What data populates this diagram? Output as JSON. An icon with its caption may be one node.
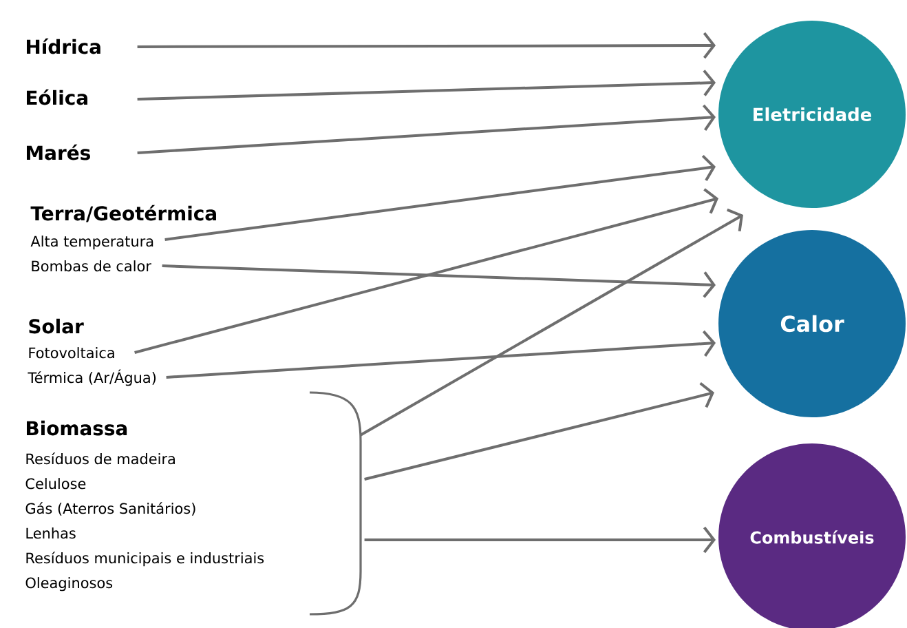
{
  "diagram": {
    "nodes": [
      {
        "text": [
          "Hídrica"
        ]
      },
      {
        "text": [
          "Eólica"
        ]
      },
      {
        "text": [
          "Marés"
        ]
      },
      {
        "text": [
          "Terra/Geotérmica",
          "Alta temperatura",
          "Bombas de calor"
        ]
      },
      {
        "text": [
          "Solar",
          "Fotovoltaica",
          "Térmica (Ar/Água)"
        ]
      },
      {
        "text": [
          "Biomassa",
          "Resíduos de madeira",
          "Celulose",
          "Gás (Aterros Sanitários)",
          "Lenhas",
          "Resíduos municipais e industriais",
          "Oleaginosos"
        ]
      },
      {
        "text": [
          "Eletricidade"
        ]
      },
      {
        "text": [
          "Calor"
        ]
      },
      {
        "text": [
          "Combustíveis"
        ]
      }
    ],
    "edges": [
      {
        "from": 0,
        "to": 6,
        "arrow": "to"
      },
      {
        "from": 1,
        "to": 6,
        "arrow": "to"
      },
      {
        "from": 2,
        "to": 6,
        "arrow": "to"
      },
      {
        "from": 3,
        "to": 6,
        "arrow": "to"
      },
      {
        "from": 3,
        "to": 7,
        "arrow": "to"
      },
      {
        "from": 4,
        "to": 6,
        "arrow": "to"
      },
      {
        "from": 4,
        "to": 7,
        "arrow": "to"
      },
      {
        "from": 5,
        "to": 6,
        "arrow": "to"
      },
      {
        "from": 5,
        "to": 7,
        "arrow": "to"
      },
      {
        "from": 5,
        "to": 8,
        "arrow": "to"
      }
    ]
  }
}
